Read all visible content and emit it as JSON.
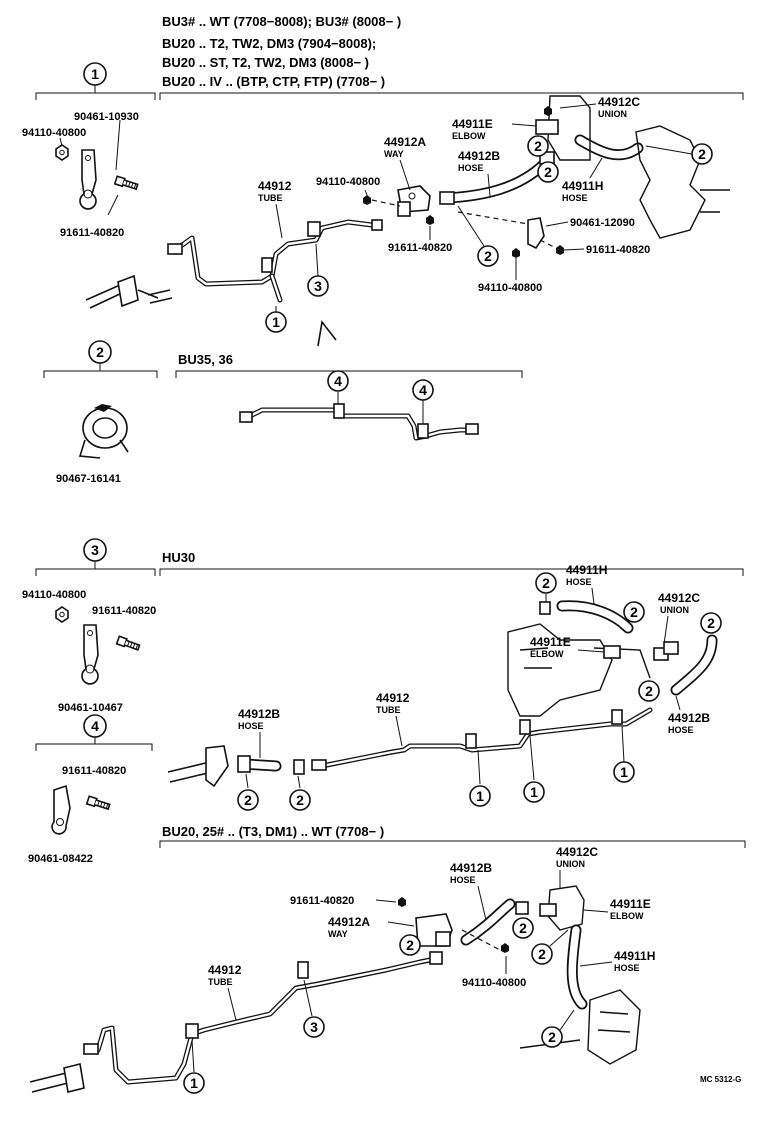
{
  "headers": {
    "bu3_line1": "BU3# .. WT (7708−8008); BU3# (8008−        )",
    "bu3_line2": "BU20 .. T2, TW2, DM3 (7904−8008);",
    "bu3_line3": "BU20 .. ST, T2, TW2, DM3 (8008−        )",
    "bu3_line4": "BU20 .. IV .. (BTP, CTP, FTP) (7708−        )",
    "bu35": "BU35, 36",
    "hu30": "HU30",
    "bu20_25": "BU20, 25# .. (T3, DM1) .. WT (7708−        )"
  },
  "callout_numbers": {
    "one": "1",
    "two": "2",
    "three": "3",
    "four": "4"
  },
  "part_numbers": {
    "p94110_40800": "94110-40800",
    "p90461_10930": "90461-10930",
    "p91611_40820": "91611-40820",
    "p90467_16141": "90467-16141",
    "p90461_10467": "90461-10467",
    "p90461_08422": "90461-08422",
    "p90461_12090": "90461-12090",
    "p44912": "44912",
    "p44912A": "44912A",
    "p44912B": "44912B",
    "p44912C": "44912C",
    "p44911E": "44911E",
    "p44911H": "44911H"
  },
  "part_names": {
    "tube": "TUBE",
    "way": "WAY",
    "hose": "HOSE",
    "union": "UNION",
    "elbow": "ELBOW"
  },
  "figure_code": "MC 5312-G"
}
